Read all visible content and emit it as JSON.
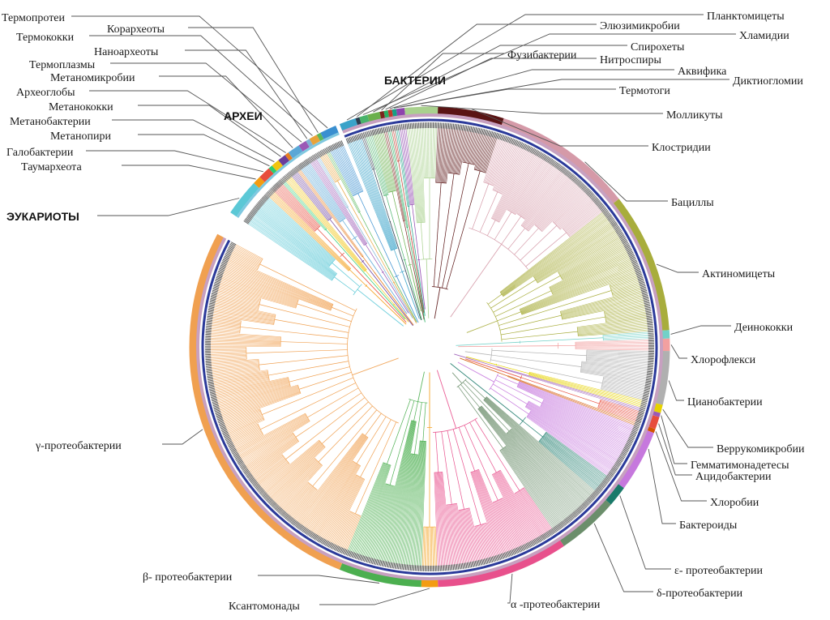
{
  "domain_labels": {
    "archaea": "АРХЕИ",
    "bacteria": "БАКТЕРИИ",
    "eukaryotes": "ЭУКАРИОТЫ"
  },
  "clades": [
    {
      "id": "termoprotei",
      "label": "Термопротеи",
      "color": "#3a8fd0"
    },
    {
      "id": "korarheoty",
      "label": "Корархеоты",
      "color": "#5cb85c"
    },
    {
      "id": "termokokki",
      "label": "Термококки",
      "color": "#e8a33a"
    },
    {
      "id": "nanoarheoty",
      "label": "Наноархеоты",
      "color": "#7fb3d5"
    },
    {
      "id": "termoplazmy",
      "label": "Термоплазмы",
      "color": "#9b59b6"
    },
    {
      "id": "metanomikrobii",
      "label": "Метаномикробии",
      "color": "#5aa7d6"
    },
    {
      "id": "arheoglobi",
      "label": "Археоглобы",
      "color": "#e67e22"
    },
    {
      "id": "metanokokki",
      "label": "Метанококки",
      "color": "#6a3d9a"
    },
    {
      "id": "metanobakterii",
      "label": "Метанобактерии",
      "color": "#f1c40f"
    },
    {
      "id": "metanopiri",
      "label": "Метанопири",
      "color": "#2ecc71"
    },
    {
      "id": "galobakterii",
      "label": "Галобактерии",
      "color": "#e74c3c"
    },
    {
      "id": "taumarheota",
      "label": "Таумархеота",
      "color": "#f39c12"
    },
    {
      "id": "eukarioty",
      "label": "ЭУКАРИОТЫ",
      "color": "#5bc8d6"
    },
    {
      "id": "planktomicety",
      "label": "Планктомицеты",
      "color": "#3aa3c9"
    },
    {
      "id": "elyuzimikrobii",
      "label": "Элюзимикробии",
      "color": "#2c3e50"
    },
    {
      "id": "hlamidii",
      "label": "Хламидии",
      "color": "#48b36a"
    },
    {
      "id": "spirohety",
      "label": "Спирохеты",
      "color": "#6ab04c"
    },
    {
      "id": "fuzibakterii",
      "label": "Фузибактерии",
      "color": "#7b241c"
    },
    {
      "id": "nitrospiry",
      "label": "Нитроспиры",
      "color": "#27ae60"
    },
    {
      "id": "akvifika",
      "label": "Аквифика",
      "color": "#c0392b"
    },
    {
      "id": "diktioglomii",
      "label": "Диктиогломии",
      "color": "#16a085"
    },
    {
      "id": "termotogi",
      "label": "Термотоги",
      "color": "#8e44ad"
    },
    {
      "id": "mollikuty",
      "label": "Молликуты",
      "color": "#a9d18e"
    },
    {
      "id": "klostridii",
      "label": "Клостридии",
      "color": "#5a1414"
    },
    {
      "id": "batsilly",
      "label": "Бациллы",
      "color": "#d59aa8"
    },
    {
      "id": "aktinomicety",
      "label": "Актиномицеты",
      "color": "#a8ad3c"
    },
    {
      "id": "deinokokki",
      "label": "Деинококки",
      "color": "#72d1c8"
    },
    {
      "id": "hloroflexi",
      "label": "Хлорофлекси",
      "color": "#f2a0a0"
    },
    {
      "id": "cianobakterii",
      "label": "Цианобактерии",
      "color": "#b0b0b0"
    },
    {
      "id": "verrukomikrobii",
      "label": "Веррукомикробии",
      "color": "#e6d200"
    },
    {
      "id": "gemmatimonadetes",
      "label": "Гемматимонадетесы",
      "color": "#9b59b6"
    },
    {
      "id": "acidobakterii",
      "label": "Ацидобактерии",
      "color": "#e74c3c"
    },
    {
      "id": "hlorobii",
      "label": "Хлоробии",
      "color": "#d35400"
    },
    {
      "id": "bakteroidy",
      "label": "Бактероиды",
      "color": "#c678dd"
    },
    {
      "id": "epsilon",
      "label": "ε- протеобактерии",
      "color": "#1a7a6a"
    },
    {
      "id": "delta",
      "label": "δ-протеобактерии",
      "color": "#6b8e6b"
    },
    {
      "id": "alfa",
      "label": "α -протеобактерии",
      "color": "#e8508c"
    },
    {
      "id": "ksantomonady",
      "label": "Ксантомонады",
      "color": "#f39c12"
    },
    {
      "id": "beta",
      "label": "β- протеобактерии",
      "color": "#4caf50"
    },
    {
      "id": "gamma",
      "label": "γ-протеобактерии",
      "color": "#f0a050"
    }
  ],
  "colors": {
    "inner_ring": "#2b3a9a",
    "mid_ring": "#c7a0c0",
    "branch_default": "#444444"
  }
}
